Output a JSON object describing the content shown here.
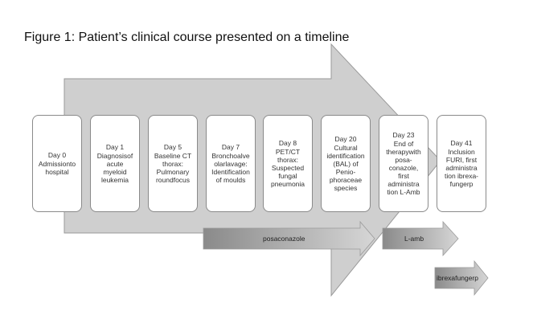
{
  "title": "Figure 1: Patient’s clinical course presented on a timeline",
  "colors": {
    "big_arrow": "#cfcfcf",
    "treatment_bar_dark": "#8c8c8c",
    "treatment_bar_light": "#d4d4d4",
    "card_border": "#8a8a8a"
  },
  "events": [
    {
      "day": "Day 0",
      "desc": "Admissionto\nhospital"
    },
    {
      "day": "Day 1",
      "desc": "Diagnosisof\nacute\nmyeloid\nleukemia"
    },
    {
      "day": "Day 5",
      "desc": "Baseline CT\nthorax:\nPulmonary\nroundfocus"
    },
    {
      "day": "Day 7",
      "desc": "Bronchoalve\nolarlavage:\nIdentification\nof moulds"
    },
    {
      "day": "Day 8",
      "desc": "PET/CT\nthorax:\nSuspected\nfungal\npneumonia"
    },
    {
      "day": "Day 20",
      "desc": "Cultural\nidentification\n(BAL) of\nPenio-\nphoraceae\nspecies"
    },
    {
      "day": "Day 23",
      "desc": "End of\ntherapywith\nposa-\nconazole,\nfirst\nadministra\ntion L-Amb"
    },
    {
      "day": "Day 41",
      "desc": "Inclusion\nFURI, first\nadministra\ntion ibrexa-\nfungerp"
    }
  ],
  "treatments": [
    {
      "label": "posaconazole"
    },
    {
      "label": "L-amb"
    },
    {
      "label": "ibrexafungerp"
    }
  ]
}
